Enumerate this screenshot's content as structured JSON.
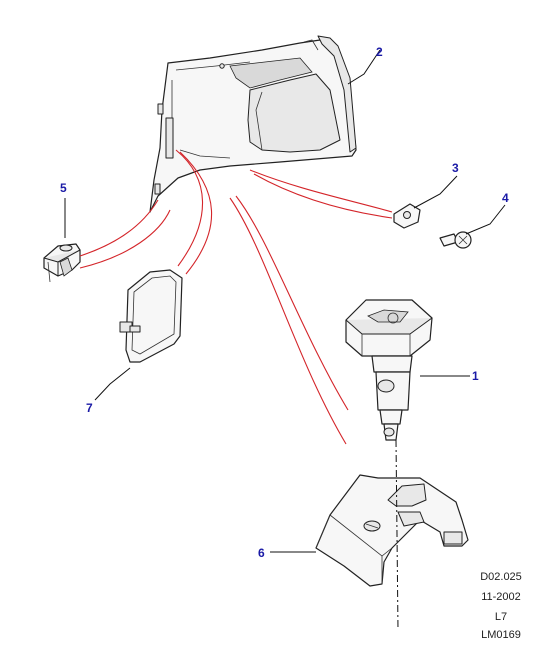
{
  "callouts": [
    {
      "label": "1"
    },
    {
      "label": "2"
    },
    {
      "label": "3"
    },
    {
      "label": "4"
    },
    {
      "label": "5"
    },
    {
      "label": "6"
    },
    {
      "label": "7"
    }
  ],
  "reference": {
    "code": "D02.025",
    "date": "11-2002",
    "model": "L7",
    "drawing": "LM0169"
  },
  "colors": {
    "callout": "#1a1aa6",
    "connector": "#d4252a",
    "outline": "#222222"
  }
}
